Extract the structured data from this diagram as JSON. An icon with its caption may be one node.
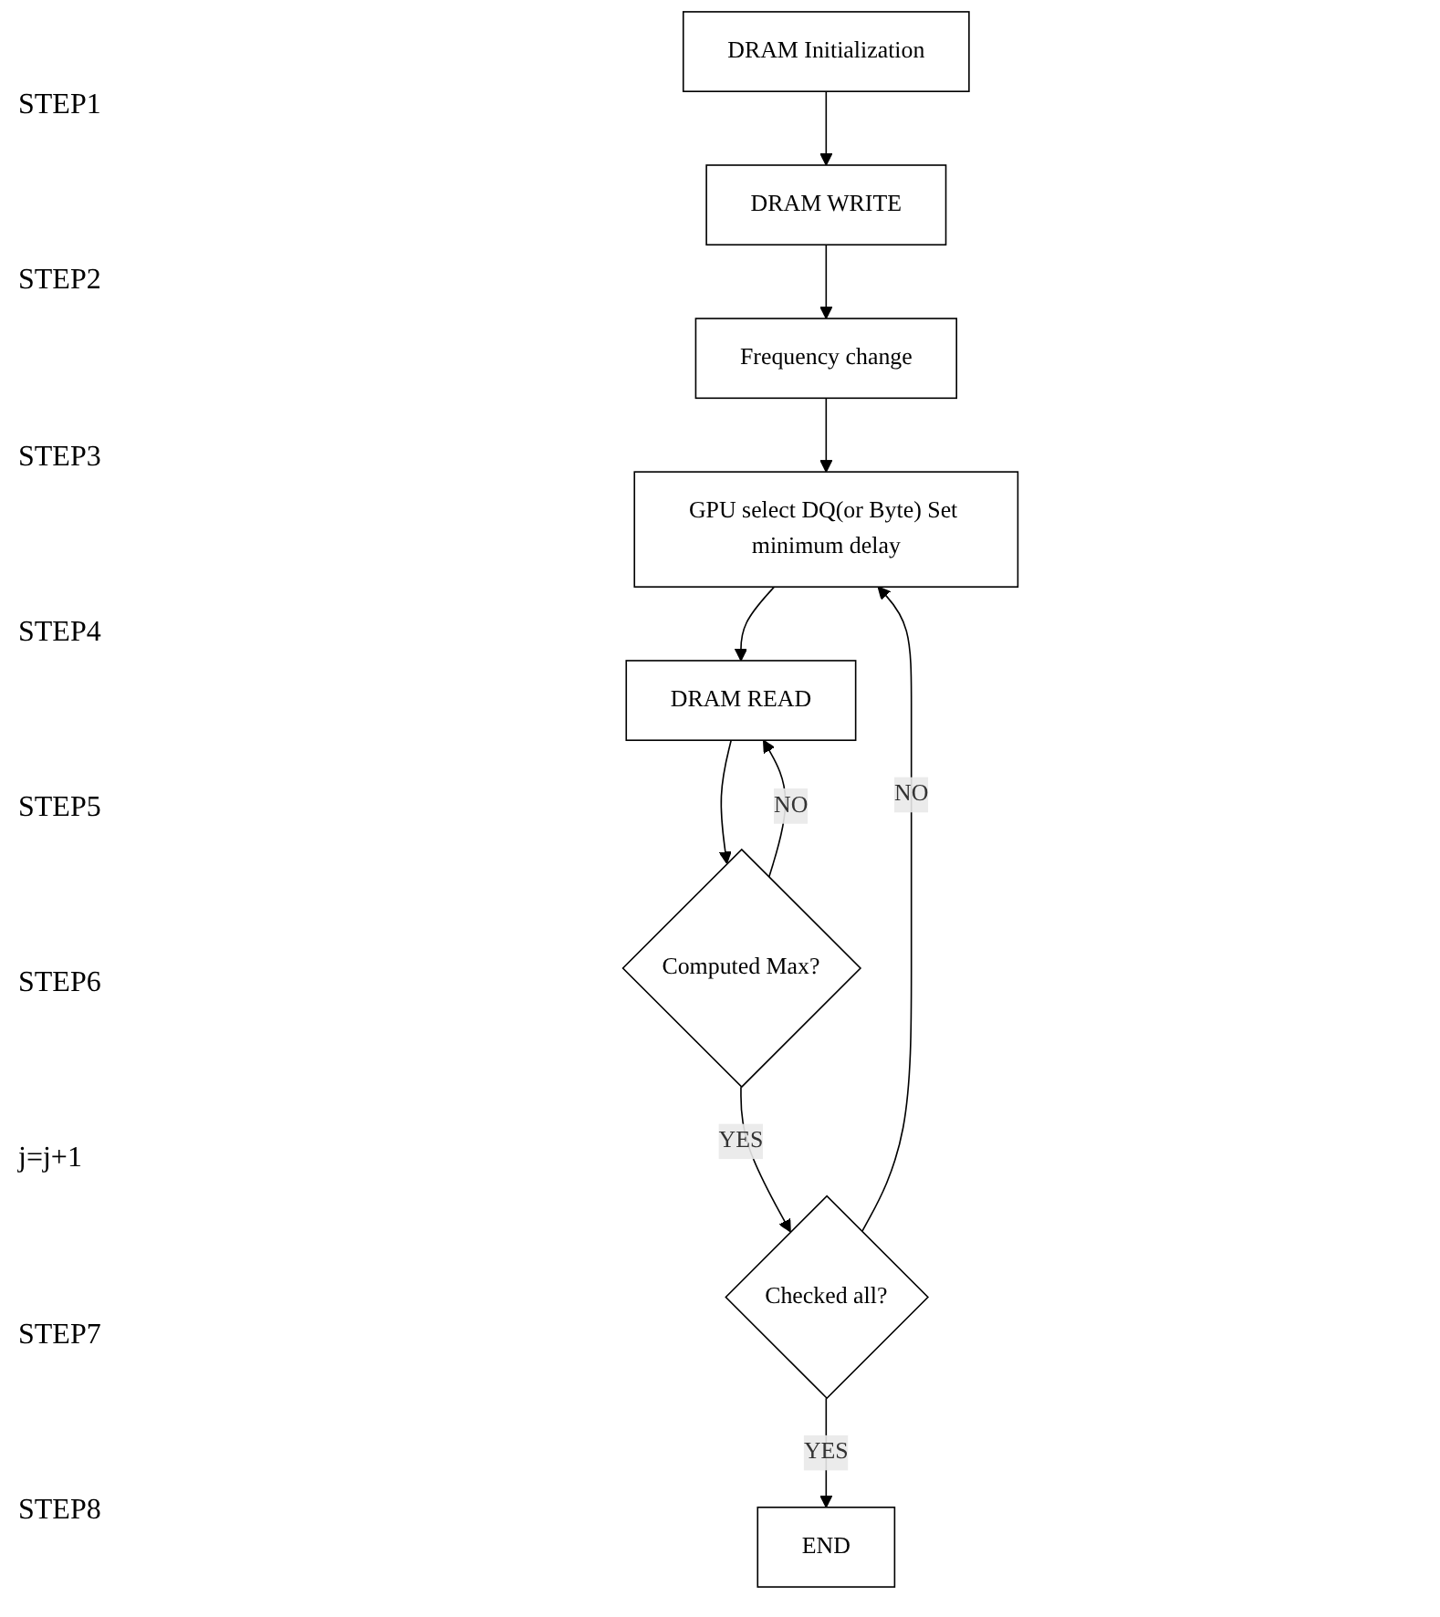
{
  "diagram": {
    "nodes": [
      {
        "text": [
          "DRAM Initialization"
        ]
      },
      {
        "text": [
          "DRAM WRITE"
        ]
      },
      {
        "text": [
          "Frequency change"
        ]
      },
      {
        "text": [
          "GPU select DQ(or Byte) Set minimum delay"
        ]
      },
      {
        "text": [
          "DRAM READ"
        ]
      },
      {
        "text": [
          "Computed Max?"
        ]
      },
      {
        "text": [
          "Checked all?"
        ]
      },
      {
        "text": [
          "END"
        ]
      }
    ],
    "edges": [
      {
        "from": 0,
        "to": 1,
        "arrow": "to"
      },
      {
        "from": 1,
        "to": 2,
        "arrow": "to"
      },
      {
        "from": 2,
        "to": 3,
        "arrow": "to"
      },
      {
        "from": 3,
        "to": 4,
        "arrow": "to"
      },
      {
        "from": 4,
        "to": 5,
        "arrow": "to"
      },
      {
        "from": 5,
        "to": 4,
        "arrow": "to",
        "label": "NO"
      },
      {
        "from": 5,
        "to": 6,
        "arrow": "to",
        "label": "YES"
      },
      {
        "from": 6,
        "to": 3,
        "arrow": "to",
        "label": "NO"
      },
      {
        "from": 6,
        "to": 7,
        "arrow": "to",
        "label": "YES"
      }
    ],
    "labels": [
      "STEP1",
      "STEP2",
      "STEP3",
      "STEP4",
      "STEP5",
      "STEP6",
      "j=j+1",
      "STEP7",
      "STEP8"
    ]
  }
}
